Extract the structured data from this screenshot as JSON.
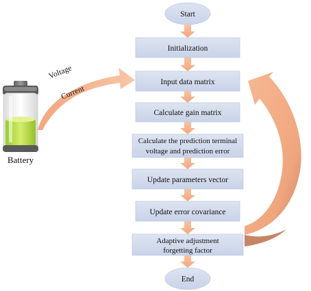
{
  "flowchart": {
    "start": "Start",
    "steps": [
      "Initialization",
      "Input data matrix",
      "Calculate gain matrix",
      "Calculate the prediction terminal",
      "voltage and prediction error",
      "Update parameters vector",
      "Update error covariance",
      "Adaptive adjustment",
      "forgetting factor"
    ],
    "end": "End"
  },
  "battery": {
    "label": "Battery",
    "voltage_label": "Voltage",
    "current_label": "Current",
    "charge_level": 0.55
  },
  "colors": {
    "box_fill": "#d3dced",
    "box_edge": "#b8c3dc",
    "arrow_fill": "#f6b48f",
    "feedback_arrow": "#f3ad86",
    "feedback_arrow_dark": "#c9866a",
    "battery_green": "#b3d63d"
  }
}
